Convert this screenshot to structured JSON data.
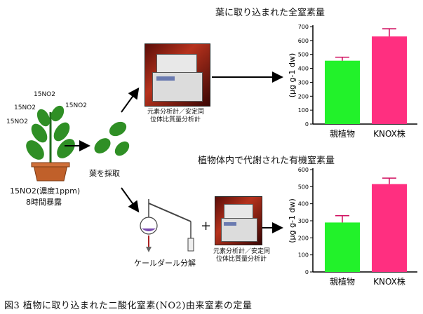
{
  "plant": {
    "isotope_labels": [
      "15NO2",
      "15NO2",
      "15NO2",
      "15NO2"
    ],
    "exposure_line1": "15NO2(濃度1ppm)",
    "exposure_line2": "8時間暴露"
  },
  "steps": {
    "leaf_sampling": "葉を採取",
    "instrument_top_line1": "元素分析計／安定同",
    "instrument_top_line2": "位体比質量分析計",
    "instrument_bottom_line1": "元素分析計／安定同",
    "instrument_bottom_line2": "位体比質量分析計",
    "kjeldahl": "ケールダール分解",
    "plus": "+"
  },
  "caption": "図3 植物に取り込まれた二酸化窒素(NO2)由来窒素の定量",
  "colors": {
    "green_bar": "#22f22a",
    "pink_bar": "#ff2f80",
    "error": "#d01060"
  },
  "chart_data": [
    {
      "type": "bar",
      "title": "葉に取り込まれた全窒素量",
      "categories": [
        "親植物",
        "KNOX株"
      ],
      "values": [
        455,
        630
      ],
      "errors": [
        25,
        55
      ],
      "colors": [
        "#22f22a",
        "#ff2f80"
      ],
      "ylabel": "(μg g-1 dw)",
      "ylim": [
        0,
        700
      ],
      "yticks": [
        0,
        100,
        200,
        300,
        400,
        500,
        600,
        700
      ]
    },
    {
      "type": "bar",
      "title": "植物体内で代謝された有機窒素量",
      "categories": [
        "親植物",
        "KNOX株"
      ],
      "values": [
        290,
        515
      ],
      "errors": [
        40,
        35
      ],
      "colors": [
        "#22f22a",
        "#ff2f80"
      ],
      "ylabel": "(μg g-1 dw)",
      "ylim": [
        0,
        600
      ],
      "yticks": [
        0,
        100,
        200,
        300,
        400,
        500,
        600
      ]
    }
  ]
}
